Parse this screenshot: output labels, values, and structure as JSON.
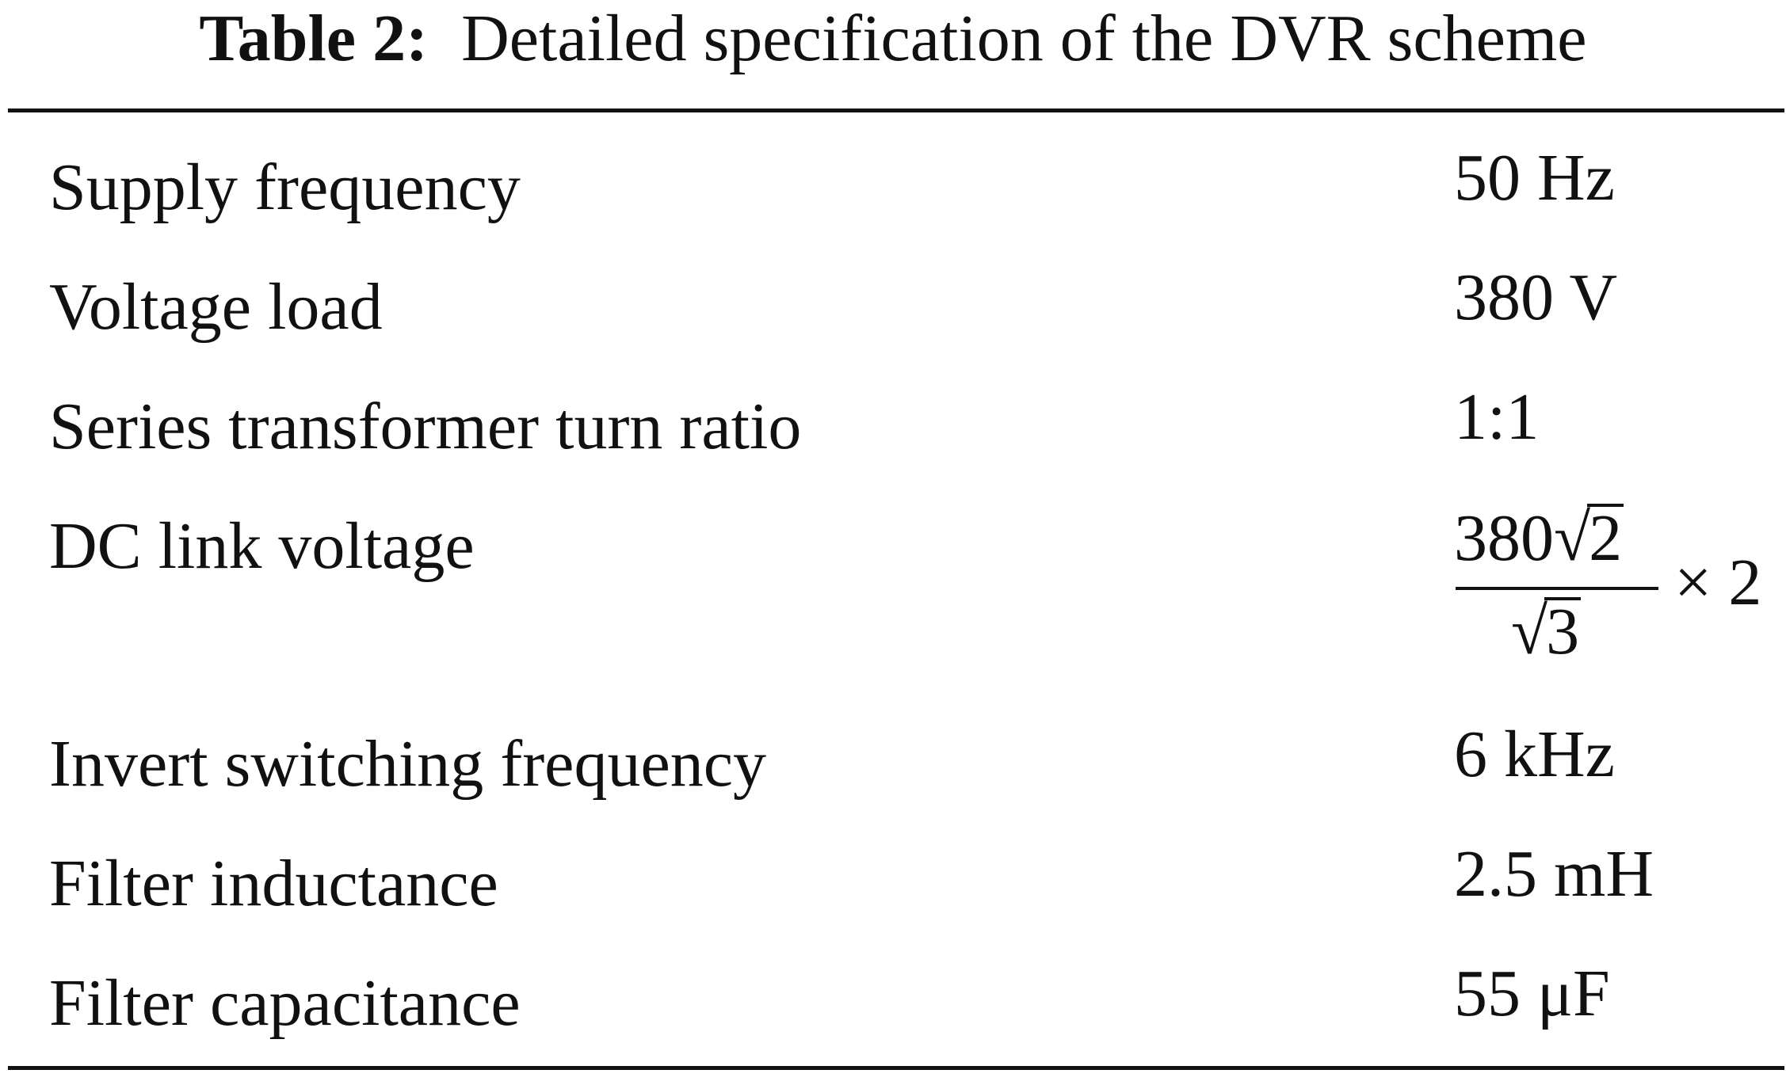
{
  "caption": {
    "label": "Table 2:",
    "text": "Detailed specification of the DVR scheme"
  },
  "rows": [
    {
      "parameter": "Supply frequency",
      "value": "50 Hz"
    },
    {
      "parameter": "Voltage load",
      "value": "380 V"
    },
    {
      "parameter": "Series transformer turn ratio",
      "value": "1:1"
    },
    {
      "parameter": "DC link voltage",
      "value_formula": {
        "numerator_coefficient": "380",
        "numerator_radical": "2",
        "denominator_radical": "3",
        "times": "× 2"
      }
    },
    {
      "parameter": "Invert switching frequency",
      "value": "6 kHz"
    },
    {
      "parameter": "Filter inductance",
      "value": "2.5 mH"
    },
    {
      "parameter": "Filter capacitance",
      "value": "55 μF"
    }
  ]
}
